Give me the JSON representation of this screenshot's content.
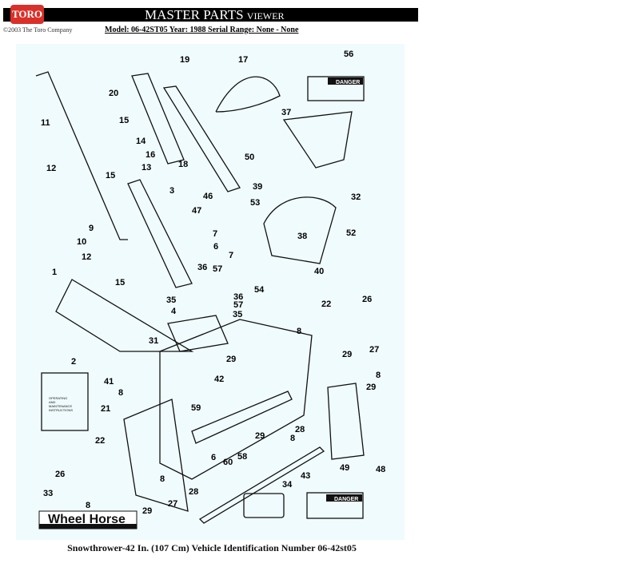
{
  "header": {
    "logo_text": "TORO",
    "title_main": "MASTER PARTS",
    "title_sub": "VIEWER",
    "copyright": "©2003 The Toro Company",
    "model_line": "Model: 06-42ST05  Year: 1988  Serial Range: None - None"
  },
  "diagram": {
    "callouts": [
      "19",
      "17",
      "56",
      "20",
      "11",
      "15",
      "14",
      "16",
      "13",
      "12",
      "15",
      "18",
      "37",
      "50",
      "39",
      "3",
      "46",
      "47",
      "53",
      "32",
      "9",
      "7",
      "6",
      "10",
      "12",
      "7",
      "38",
      "52",
      "40",
      "15",
      "1",
      "36",
      "57",
      "35",
      "54",
      "36",
      "57",
      "4",
      "35",
      "22",
      "26",
      "31",
      "8",
      "27",
      "2",
      "29",
      "29",
      "8",
      "42",
      "41",
      "8",
      "29",
      "59",
      "21",
      "28",
      "29",
      "8",
      "22",
      "6",
      "58",
      "60",
      "48",
      "49",
      "26",
      "8",
      "43",
      "28",
      "34",
      "33",
      "27",
      "8",
      "29"
    ],
    "manual_text": [
      "OPERATING",
      "AND",
      "MAINTENANCE",
      "INSTRUCTIONS"
    ],
    "danger_label": "DANGER",
    "brand_decal": "Wheel Horse"
  },
  "caption": "Snowthrower-42 In. (107 Cm) Vehicle Identification Number 06-42st05"
}
